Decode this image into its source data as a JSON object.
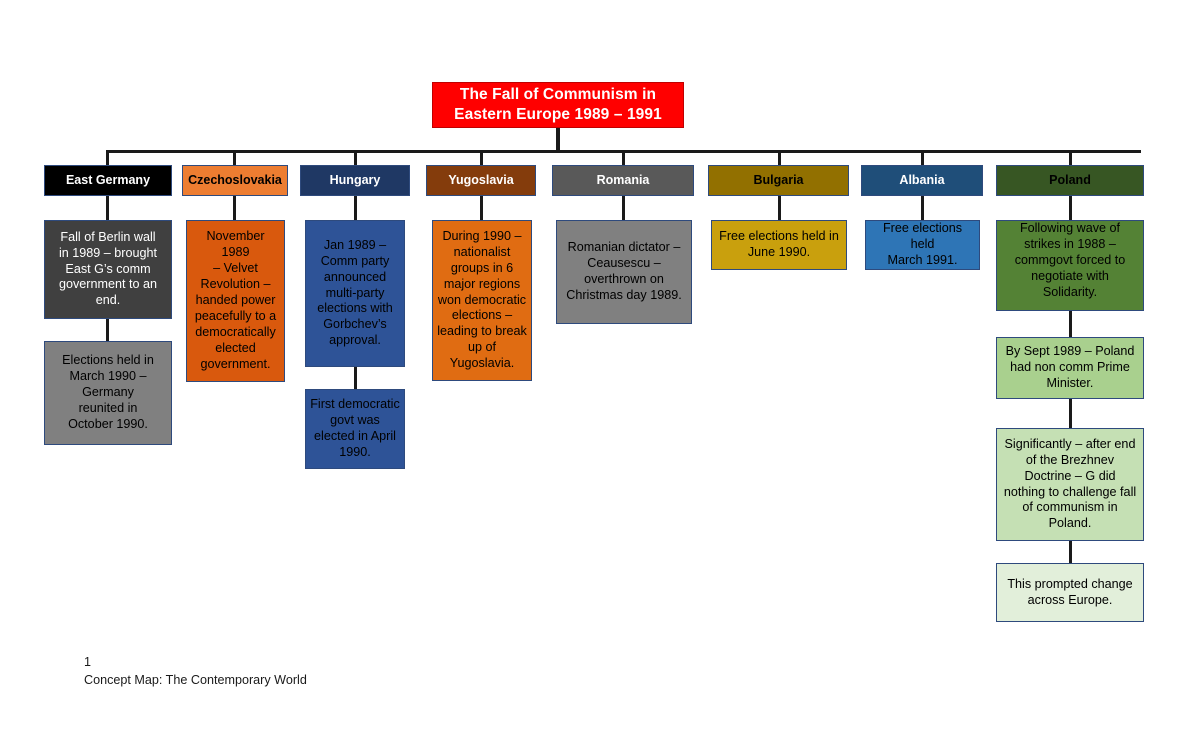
{
  "document": {
    "type": "concept-map",
    "footer_page_number": "1",
    "footer_title": "Concept Map: The Contemporary World"
  },
  "root": {
    "label": "The Fall of Communism in\nEastern Europe 1989 – 1991",
    "fill": "#FF0000",
    "text_color": "#FFFFFF"
  },
  "branches": [
    {
      "name": "east-germany",
      "header": {
        "label": "East Germany",
        "fill": "#000000",
        "text_color": "#FFFFFF"
      },
      "details": [
        {
          "label": "Fall of Berlin wall\nin 1989 – brought\nEast G’s comm\ngovernment to an\nend.",
          "fill": "#404040",
          "text_color": "#FFFFFF"
        },
        {
          "label": "Elections held in\nMarch 1990 –\nGermany\nreunited in\nOctober 1990.",
          "fill": "#808080",
          "text_color": "#000000"
        }
      ]
    },
    {
      "name": "czechoslovakia",
      "header": {
        "label": "Czechoslovakia",
        "fill": "#ED7D31",
        "text_color": "#000000"
      },
      "details": [
        {
          "label": "November 1989\n– Velvet\nRevolution –\nhanded power\npeacefully to a\ndemocratically\nelected\ngovernment.",
          "fill": "#D9590D",
          "text_color": "#000000"
        }
      ]
    },
    {
      "name": "hungary",
      "header": {
        "label": "Hungary",
        "fill": "#1F3864",
        "text_color": "#FFFFFF"
      },
      "details": [
        {
          "label": "Jan 1989 –\nComm party\nannounced\nmulti-party\nelections with\nGorbchev’s\napproval.",
          "fill": "#2E5397",
          "text_color": "#000000"
        },
        {
          "label": "First democratic\ngovt was\nelected in April\n1990.",
          "fill": "#2E5397",
          "text_color": "#000000"
        }
      ]
    },
    {
      "name": "yugoslavia",
      "header": {
        "label": "Yugoslavia",
        "fill": "#843C0C",
        "text_color": "#FFFFFF"
      },
      "details": [
        {
          "label": "During 1990 –\nnationalist\ngroups in 6\nmajor regions\nwon democratic\nelections –\nleading to break\nup of Yugoslavia.",
          "fill": "#E06C12",
          "text_color": "#000000"
        }
      ]
    },
    {
      "name": "romania",
      "header": {
        "label": "Romania",
        "fill": "#595959",
        "text_color": "#FFFFFF"
      },
      "details": [
        {
          "label": "Romanian dictator –\nCeausescu –\noverthrown on\nChristmas day 1989.",
          "fill": "#808080",
          "text_color": "#000000"
        }
      ]
    },
    {
      "name": "bulgaria",
      "header": {
        "label": "Bulgaria",
        "fill": "#927000",
        "text_color": "#000000"
      },
      "details": [
        {
          "label": "Free elections held in\nJune 1990.",
          "fill": "#C9A00D",
          "text_color": "#000000"
        }
      ]
    },
    {
      "name": "albania",
      "header": {
        "label": "Albania",
        "fill": "#1F4E79",
        "text_color": "#FFFFFF"
      },
      "details": [
        {
          "label": "Free elections held\nMarch 1991.",
          "fill": "#2E75B6",
          "text_color": "#000000"
        }
      ]
    },
    {
      "name": "poland",
      "header": {
        "label": "Poland",
        "fill": "#375623",
        "text_color": "#000000"
      },
      "details": [
        {
          "label": "Following wave of\nstrikes in 1988 –\ncommgovt forced to\nnegotiate with\nSolidarity.",
          "fill": "#548235",
          "text_color": "#000000"
        },
        {
          "label": "By Sept 1989 – Poland\nhad non comm Prime\nMinister.",
          "fill": "#A9D08E",
          "text_color": "#000000"
        },
        {
          "label": "Significantly – after end\nof the Brezhnev\nDoctrine – G did\nnothing to challenge fall\nof communism in\nPoland.",
          "fill": "#C5E0B4",
          "text_color": "#000000"
        },
        {
          "label": "This prompted change\nacross Europe.",
          "fill": "#E2EFDA",
          "text_color": "#000000"
        }
      ]
    }
  ],
  "colors": {
    "border": "#2e4a7d",
    "connector": "#1a1a1a",
    "background": "#FFFFFF"
  }
}
